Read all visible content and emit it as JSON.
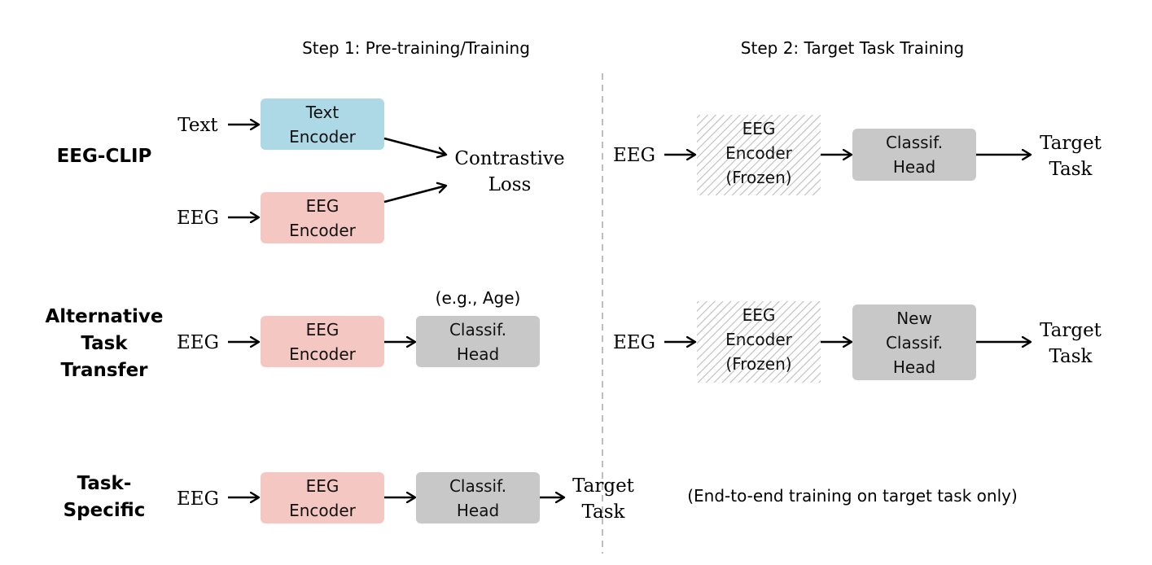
{
  "headers": {
    "step1": "Step 1: Pre-training/Training",
    "step2": "Step 2: Target Task Training"
  },
  "rows": {
    "eeg_clip": {
      "label": "EEG-CLIP",
      "text_input": "Text",
      "eeg_input": "EEG",
      "text_encoder": [
        "Text",
        "Encoder"
      ],
      "eeg_encoder": [
        "EEG",
        "Encoder"
      ],
      "loss": [
        "Contrastive",
        "Loss"
      ],
      "step2_input": "EEG",
      "frozen_encoder": [
        "EEG",
        "Encoder",
        "(Frozen)"
      ],
      "head": [
        "Classif.",
        "Head"
      ],
      "output": [
        "Target",
        "Task"
      ]
    },
    "alt_task": {
      "label": [
        "Alternative",
        "Task",
        "Transfer"
      ],
      "eeg_input": "EEG",
      "eeg_encoder": [
        "EEG",
        "Encoder"
      ],
      "head": [
        "Classif.",
        "Head"
      ],
      "head_note": "(e.g., Age)",
      "step2_input": "EEG",
      "frozen_encoder": [
        "EEG",
        "Encoder",
        "(Frozen)"
      ],
      "new_head": [
        "New",
        "Classif.",
        "Head"
      ],
      "output": [
        "Target",
        "Task"
      ]
    },
    "task_specific": {
      "label": [
        "Task-",
        "Specific"
      ],
      "eeg_input": "EEG",
      "eeg_encoder": [
        "EEG",
        "Encoder"
      ],
      "head": [
        "Classif.",
        "Head"
      ],
      "output": [
        "Target",
        "Task"
      ],
      "step2_note": "(End-to-end training on target task only)"
    }
  },
  "colors": {
    "text_encoder": "#add8e6",
    "eeg_encoder": "#f4c7c3",
    "classifier_head": "#c8c8c8",
    "frozen_hatch": "#bdbdbd",
    "divider": "#a9a9a9"
  }
}
